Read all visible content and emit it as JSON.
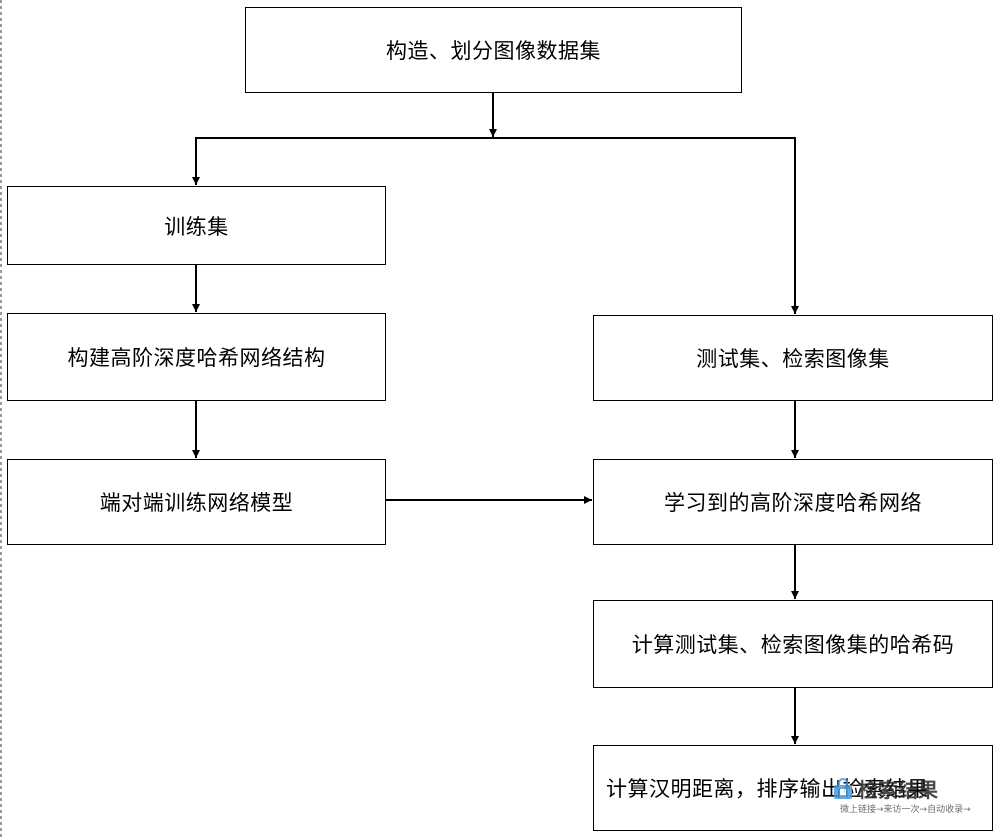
{
  "flowchart": {
    "nodes": [
      {
        "id": "b1",
        "label": "构造、划分图像数据集"
      },
      {
        "id": "b2",
        "label": "训练集"
      },
      {
        "id": "b3",
        "label": "构建高阶深度哈希网络结构"
      },
      {
        "id": "b4",
        "label": "端对端训练网络模型"
      },
      {
        "id": "b5",
        "label": "测试集、检索图像集"
      },
      {
        "id": "b6",
        "label": "学习到的高阶深度哈希网络"
      },
      {
        "id": "b7",
        "label": "计算测试集、检索图像集的哈希码"
      },
      {
        "id": "b8",
        "label": "计算汉明距离，排序输出检索结果"
      }
    ],
    "edges": [
      {
        "from": "b1",
        "to": "b2"
      },
      {
        "from": "b1",
        "to": "b5"
      },
      {
        "from": "b2",
        "to": "b3"
      },
      {
        "from": "b3",
        "to": "b4"
      },
      {
        "from": "b4",
        "to": "b6"
      },
      {
        "from": "b5",
        "to": "b6"
      },
      {
        "from": "b6",
        "to": "b7"
      },
      {
        "from": "b7",
        "to": "b8"
      }
    ]
  },
  "watermark": {
    "title": "检索结果",
    "subtitle": "微上链接→来访一次→自动收录→",
    "icon": "shop-bag-icon",
    "color": "#4a9be0"
  }
}
